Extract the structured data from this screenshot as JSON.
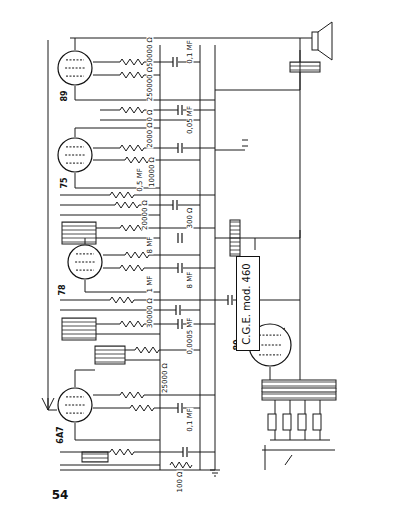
{
  "diagram": {
    "nodes": [
      {
        "text": [
          "89"
        ]
      },
      {
        "text": [
          "75"
        ]
      },
      {
        "text": [
          "78"
        ]
      },
      {
        "text": [
          "6A7"
        ]
      },
      {
        "text": [
          "80"
        ]
      },
      {
        "text": [
          "C.G.E. mod. 460"
        ]
      }
    ],
    "labels": [
      "54",
      "50000 Ω",
      "0,1 MF",
      "250000 Ω",
      "500 Ω",
      "0,05 MF",
      "2000 Ω",
      "10000 Ω",
      "0,5 MF",
      "20000 Ω",
      "300 Ω",
      "8 MF",
      "8 MF",
      "1 MF",
      "30000 Ω",
      "0,0005 MF",
      "25000 Ω",
      "0,1 MF",
      "100 Ω"
    ]
  }
}
